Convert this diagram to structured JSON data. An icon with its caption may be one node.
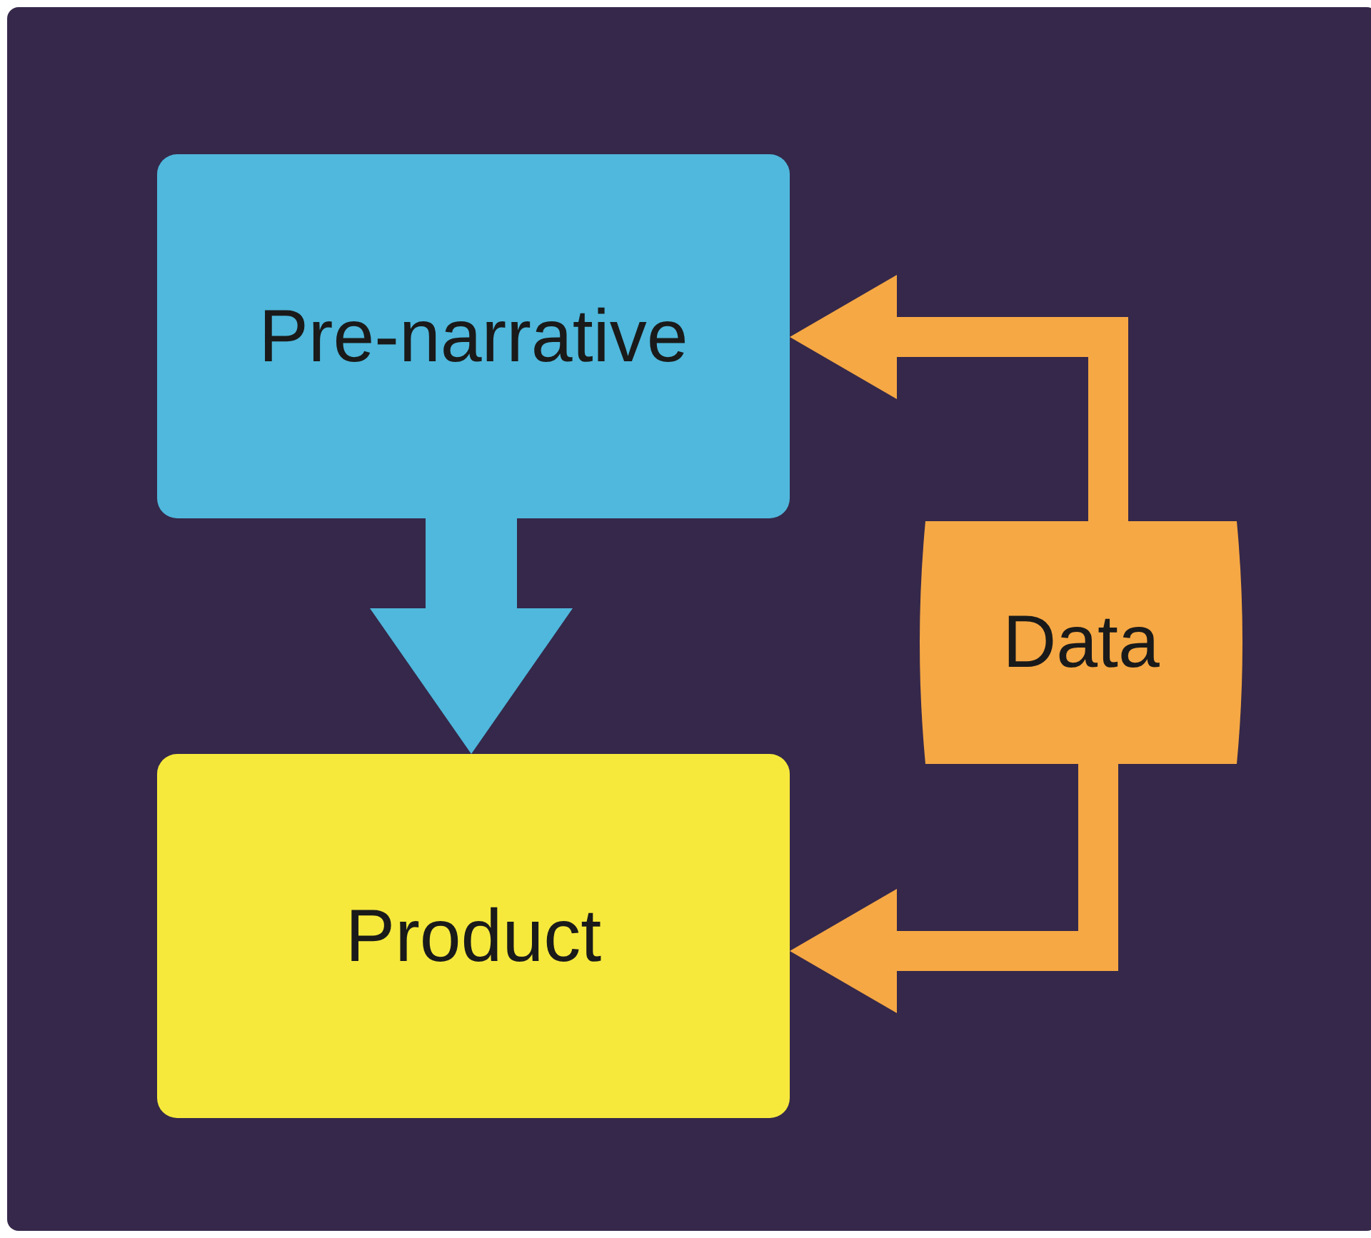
{
  "diagram": {
    "nodes": [
      {
        "text": [
          "Pre-narrative"
        ]
      },
      {
        "text": [
          "Product"
        ]
      },
      {
        "text": [
          "Data"
        ]
      }
    ],
    "edges": [
      {
        "from": 0,
        "to": 1,
        "arrow": "to",
        "style": "thick",
        "color": "#4fb8dc"
      },
      {
        "from": 2,
        "to": 0,
        "arrow": "to"
      },
      {
        "from": 2,
        "to": 1,
        "arrow": "to"
      }
    ]
  }
}
